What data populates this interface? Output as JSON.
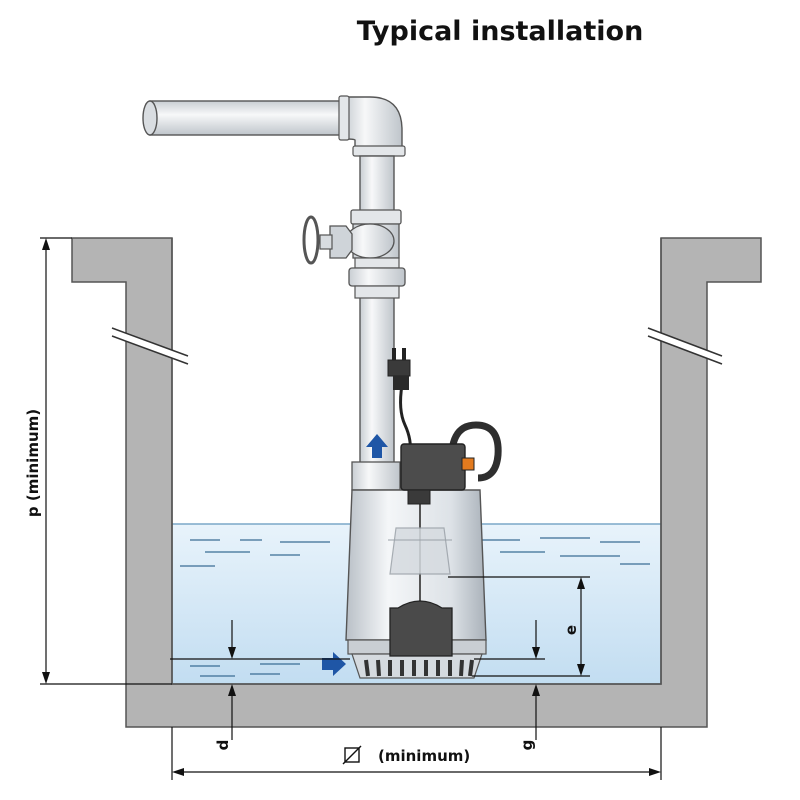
{
  "title": "Typical installation",
  "dimensions": {
    "p_label": "p (minimum)",
    "e_label": "e",
    "d_label": "d",
    "g_label": "g",
    "width_label": "(minimum)",
    "width_symbol": "diameter-square-icon"
  },
  "arrows": {
    "inlet": "blue-arrow-right-icon",
    "outlet": "blue-arrow-up-icon"
  },
  "colors": {
    "wall": "#b4b4b4",
    "water_top": "#e8f3fb",
    "water_bottom": "#c2ddf1",
    "arrow_blue": "#1f56a6",
    "pump_body": "#dfe4e9",
    "float": "#4a4a4a"
  }
}
